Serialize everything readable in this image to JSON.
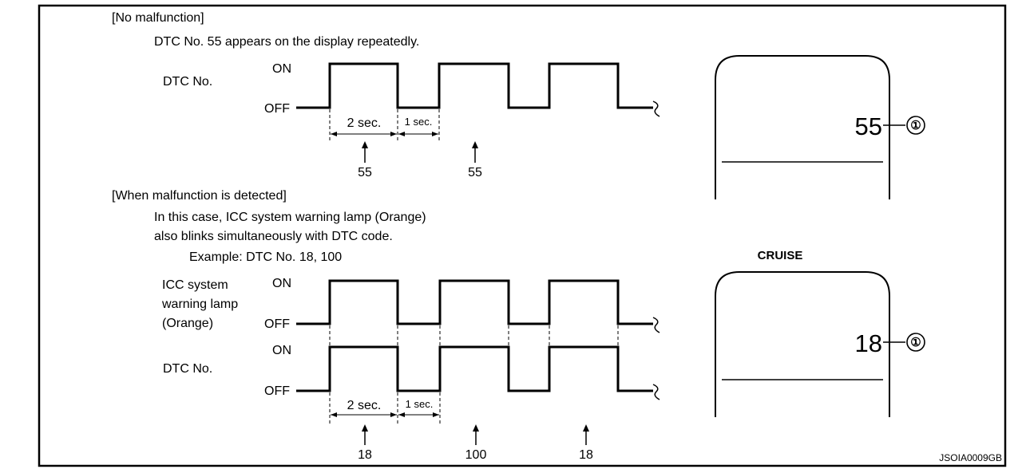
{
  "no_malfunction": {
    "heading": "[No malfunction]",
    "description": "DTC No. 55 appears on the display repeatedly.",
    "signal_label": "DTC No.",
    "on_label": "ON",
    "off_label": "OFF",
    "on_duration": "2 sec.",
    "off_duration": "1 sec.",
    "markers": [
      "55",
      "55"
    ]
  },
  "malfunction": {
    "heading": "[When malfunction is detected]",
    "description_line1": "In this case, ICC system warning lamp (Orange)",
    "description_line2": "also blinks simultaneously with DTC code.",
    "example": "Example: DTC No. 18, 100",
    "lamp_label_line1": "ICC system",
    "lamp_label_line2": "warning lamp",
    "lamp_label_line3": "(Orange)",
    "signal_label": "DTC No.",
    "on_label": "ON",
    "off_label": "OFF",
    "on_duration": "2 sec.",
    "off_duration": "1 sec.",
    "markers": [
      "18",
      "100",
      "18"
    ]
  },
  "display_top": {
    "value": "55",
    "callout": "①"
  },
  "display_bottom": {
    "label": "CRUISE",
    "value": "18",
    "callout": "①"
  },
  "figure_id": "JSOIA0009GB"
}
